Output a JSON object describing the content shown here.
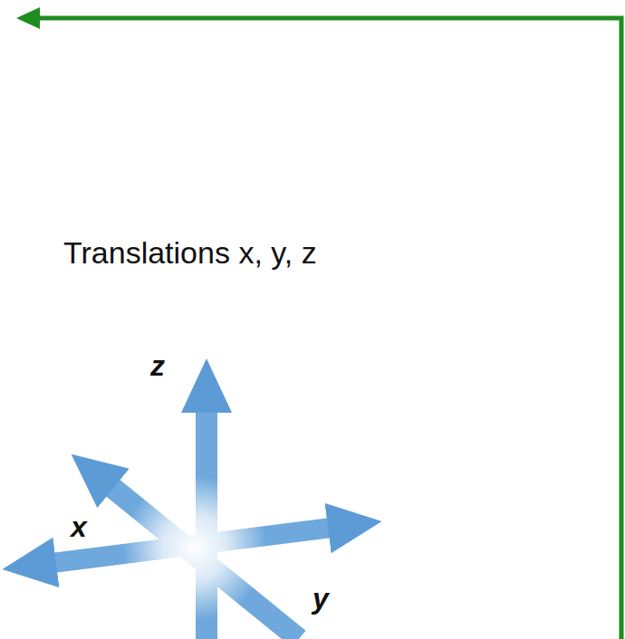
{
  "diagram": {
    "labels": [
      "Translations x, y, z",
      "z",
      "x",
      "y"
    ]
  }
}
